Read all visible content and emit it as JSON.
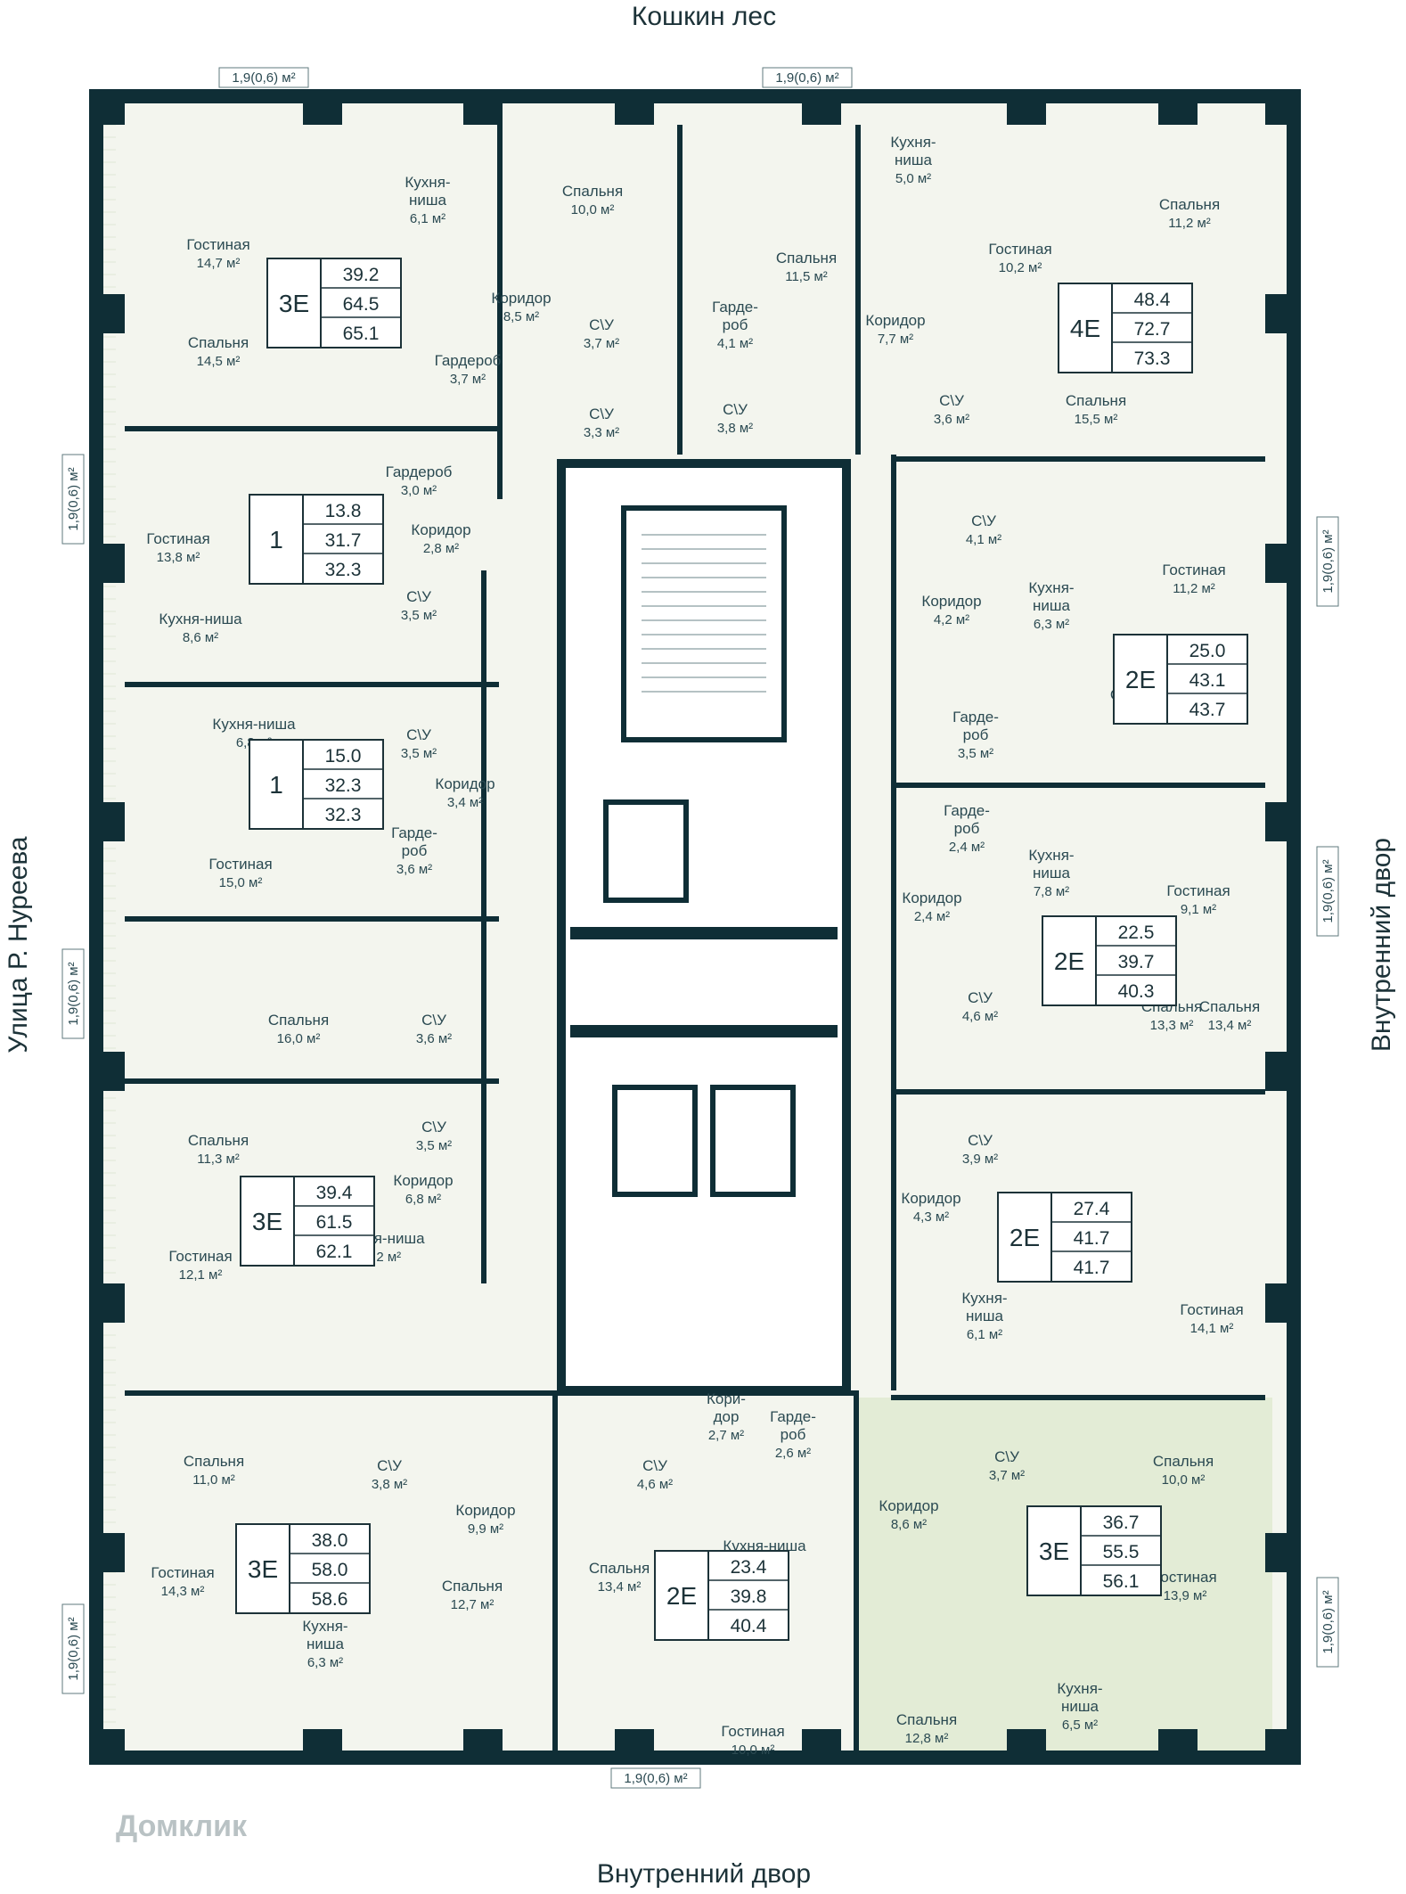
{
  "streets": {
    "top": "Кошкин лес",
    "bottom": "Внутренний двор",
    "left": "Улица Р. Нуреева",
    "right": "Внутренний двор"
  },
  "balcony_label": "1,9(0,6) м²",
  "watermark": "Домклик",
  "colors": {
    "wall": "#0f2e36",
    "floor": "#f3f5ee",
    "highlight": "#e3ecd6",
    "line": "#9bb39a"
  },
  "apartments": [
    {
      "id": "A1",
      "code": "3Е",
      "areas": [
        "39.2",
        "64.5",
        "65.1"
      ]
    },
    {
      "id": "A2",
      "code": "4Е",
      "areas": [
        "48.4",
        "72.7",
        "73.3"
      ]
    },
    {
      "id": "A3",
      "code": "1",
      "areas": [
        "13.8",
        "31.7",
        "32.3"
      ]
    },
    {
      "id": "A4",
      "code": "1",
      "areas": [
        "15.0",
        "32.3",
        "32.3"
      ]
    },
    {
      "id": "A5",
      "code": "3Е",
      "areas": [
        "39.4",
        "61.5",
        "62.1"
      ]
    },
    {
      "id": "A6",
      "code": "3Е",
      "areas": [
        "38.0",
        "58.0",
        "58.6"
      ]
    },
    {
      "id": "A7",
      "code": "2Е",
      "areas": [
        "23.4",
        "39.8",
        "40.4"
      ]
    },
    {
      "id": "A8",
      "code": "3Е",
      "areas": [
        "36.7",
        "55.5",
        "56.1"
      ]
    },
    {
      "id": "A9",
      "code": "2Е",
      "areas": [
        "25.0",
        "43.1",
        "43.7"
      ]
    },
    {
      "id": "A10",
      "code": "2Е",
      "areas": [
        "22.5",
        "39.7",
        "40.3"
      ]
    },
    {
      "id": "A11",
      "code": "2Е",
      "areas": [
        "27.4",
        "41.7",
        "41.7"
      ]
    }
  ],
  "rooms": [
    {
      "n": "Гостиная",
      "a": "14,7 м²"
    },
    {
      "n": "Кухня-\nниша",
      "a": "6,1 м²"
    },
    {
      "n": "Спальня",
      "a": "10,0 м²"
    },
    {
      "n": "Спальня",
      "a": "14,5 м²"
    },
    {
      "n": "Коридор",
      "a": "8,5 м²"
    },
    {
      "n": "С\\У",
      "a": "3,7 м²"
    },
    {
      "n": "Гардероб",
      "a": "3,7 м²"
    },
    {
      "n": "С\\У",
      "a": "3,3 м²"
    },
    {
      "n": "Кухня-\nниша",
      "a": "5,0 м²"
    },
    {
      "n": "Спальня",
      "a": "11,2 м²"
    },
    {
      "n": "Гостиная",
      "a": "10,2 м²"
    },
    {
      "n": "Спальня",
      "a": "11,5 м²"
    },
    {
      "n": "Гарде-\nроб",
      "a": "4,1 м²"
    },
    {
      "n": "Коридор",
      "a": "7,7 м²"
    },
    {
      "n": "С\\У",
      "a": "3,8 м²"
    },
    {
      "n": "С\\У",
      "a": "3,6 м²"
    },
    {
      "n": "Спальня",
      "a": "15,5 м²"
    },
    {
      "n": "Гостиная",
      "a": "13,8 м²"
    },
    {
      "n": "Гардероб",
      "a": "3,0 м²"
    },
    {
      "n": "Коридор",
      "a": "2,8 м²"
    },
    {
      "n": "Кухня-ниша",
      "a": "8,6 м²"
    },
    {
      "n": "С\\У",
      "a": "3,5 м²"
    },
    {
      "n": "Кухня-ниша",
      "a": "6,8 м²"
    },
    {
      "n": "С\\У",
      "a": "3,5 м²"
    },
    {
      "n": "Коридор",
      "a": "3,4 м²"
    },
    {
      "n": "Гостиная",
      "a": "15,0 м²"
    },
    {
      "n": "Гарде-\nроб",
      "a": "3,6 м²"
    },
    {
      "n": "Спальня",
      "a": "16,0 м²"
    },
    {
      "n": "С\\У",
      "a": "3,6 м²"
    },
    {
      "n": "С\\У",
      "a": "3,5 м²"
    },
    {
      "n": "Спальня",
      "a": "11,3 м²"
    },
    {
      "n": "Коридор",
      "a": "6,8 м²"
    },
    {
      "n": "Гостиная",
      "a": "12,1 м²"
    },
    {
      "n": "Кухня-ниша",
      "a": "8,2 м²"
    },
    {
      "n": "Спальня",
      "a": "11,0 м²"
    },
    {
      "n": "С\\У",
      "a": "3,8 м²"
    },
    {
      "n": "Коридор",
      "a": "9,9 м²"
    },
    {
      "n": "Гостиная",
      "a": "14,3 м²"
    },
    {
      "n": "Спальня",
      "a": "12,7 м²"
    },
    {
      "n": "Кухня-\nниша",
      "a": "6,3 м²"
    },
    {
      "n": "Кори-\nдор",
      "a": "2,7 м²"
    },
    {
      "n": "Гарде-\nроб",
      "a": "2,6 м²"
    },
    {
      "n": "С\\У",
      "a": "4,6 м²"
    },
    {
      "n": "Кухня-ниша",
      "a": "6,5 м²"
    },
    {
      "n": "Спальня",
      "a": "13,4 м²"
    },
    {
      "n": "Гостиная",
      "a": "10,0 м²"
    },
    {
      "n": "С\\У",
      "a": "3,7 м²"
    },
    {
      "n": "Спальня",
      "a": "10,0 м²"
    },
    {
      "n": "Коридор",
      "a": "8,6 м²"
    },
    {
      "n": "Гостиная",
      "a": "13,9 м²"
    },
    {
      "n": "Кухня-\nниша",
      "a": "6,5 м²"
    },
    {
      "n": "Спальня",
      "a": "12,8 м²"
    },
    {
      "n": "С\\У",
      "a": "4,1 м²"
    },
    {
      "n": "Гостиная",
      "a": "11,2 м²"
    },
    {
      "n": "Коридор",
      "a": "4,2 м²"
    },
    {
      "n": "Кухня-\nниша",
      "a": "6,3 м²"
    },
    {
      "n": "Спальня",
      "a": "13,8 м²"
    },
    {
      "n": "Гарде-\nроб",
      "a": "3,5 м²"
    },
    {
      "n": "Гарде-\nроб",
      "a": "2,4 м²"
    },
    {
      "n": "Кухня-\nниша",
      "a": "7,8 м²"
    },
    {
      "n": "Коридор",
      "a": "2,4 м²"
    },
    {
      "n": "Гостиная",
      "a": "9,1 м²"
    },
    {
      "n": "С\\У",
      "a": "4,6 м²"
    },
    {
      "n": "Спальня",
      "a": "13,4 м²"
    },
    {
      "n": "С\\У",
      "a": "3,9 м²"
    },
    {
      "n": "Спальня",
      "a": "13,3 м²"
    },
    {
      "n": "Коридор",
      "a": "4,3 м²"
    },
    {
      "n": "Кухня-\nниша",
      "a": "6,1 м²"
    },
    {
      "n": "Гостиная",
      "a": "14,1 м²"
    }
  ]
}
